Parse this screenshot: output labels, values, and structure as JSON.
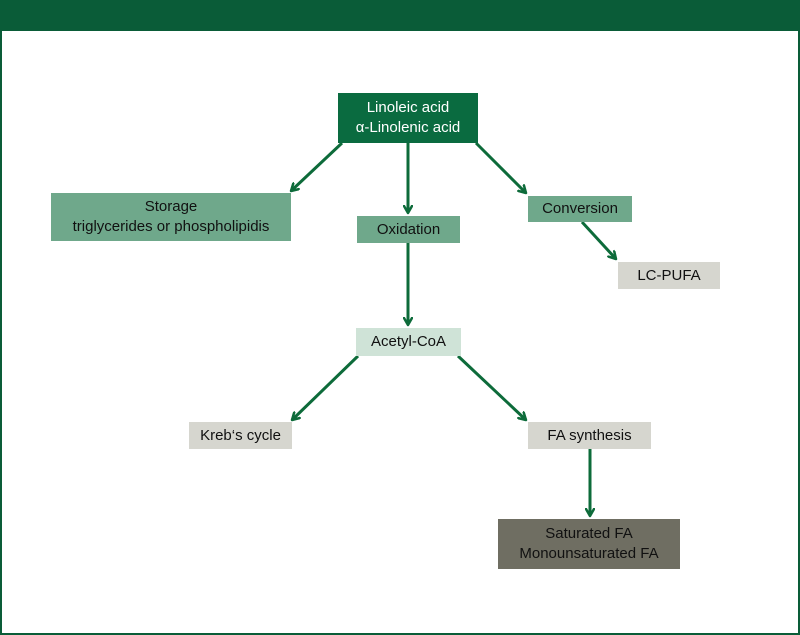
{
  "colors": {
    "frame": "#0a5c38",
    "arrow": "#0d6b3a",
    "node_dark": "#0a6b40",
    "node_medium": "#6fa88b",
    "node_light": "#cfe3d7",
    "node_gray": "#d6d6cf",
    "node_olive": "#6f6e62"
  },
  "nodes": {
    "source": {
      "line1": "Linoleic acid",
      "line2": "α-Linolenic acid"
    },
    "storage": {
      "line1": "Storage",
      "line2": "triglycerides or phospholipidis"
    },
    "oxidation": {
      "label": "Oxidation"
    },
    "conversion": {
      "label": "Conversion"
    },
    "lcpufa": {
      "label": "LC-PUFA"
    },
    "acetyl": {
      "label": "Acetyl-CoA"
    },
    "krebs": {
      "label": "Kreb‘s cycle"
    },
    "fasynthesis": {
      "label": "FA synthesis"
    },
    "satfa": {
      "line1": "Saturated FA",
      "line2": "Monounsaturated FA"
    }
  },
  "edges": [
    {
      "from": "source",
      "to": "storage"
    },
    {
      "from": "source",
      "to": "oxidation"
    },
    {
      "from": "source",
      "to": "conversion"
    },
    {
      "from": "conversion",
      "to": "lcpufa"
    },
    {
      "from": "oxidation",
      "to": "acetyl"
    },
    {
      "from": "acetyl",
      "to": "krebs"
    },
    {
      "from": "acetyl",
      "to": "fasynthesis"
    },
    {
      "from": "fasynthesis",
      "to": "satfa"
    }
  ]
}
